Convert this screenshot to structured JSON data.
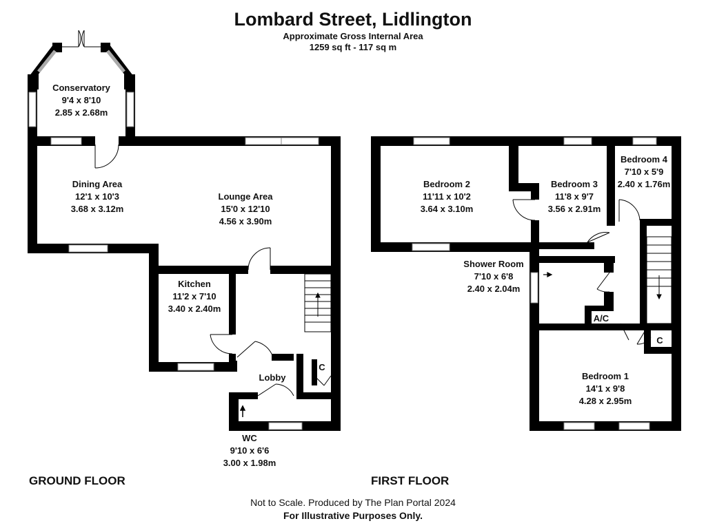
{
  "title": "Lombard Street, Lidlington",
  "area": {
    "label": "Approximate Gross Internal Area",
    "value": "1259 sq ft - 117 sq m"
  },
  "floors": [
    {
      "name": "GROUND FLOOR",
      "rooms": [
        {
          "name": "Conservatory",
          "imperial": "9'4 x 8'10",
          "metric": "2.85 x 2.68m"
        },
        {
          "name": "Dining Area",
          "imperial": "12'1 x 10'3",
          "metric": "3.68 x 3.12m"
        },
        {
          "name": "Lounge Area",
          "imperial": "15'0 x 12'10",
          "metric": "4.56 x 3.90m"
        },
        {
          "name": "Kitchen",
          "imperial": "11'2 x 7'10",
          "metric": "3.40 x 2.40m"
        },
        {
          "name": "Lobby"
        },
        {
          "name": "WC",
          "imperial": "9'10 x 6'6",
          "metric": "3.00 x 1.98m"
        },
        {
          "name": "C"
        }
      ]
    },
    {
      "name": "FIRST FLOOR",
      "rooms": [
        {
          "name": "Bedroom 2",
          "imperial": "11'11 x 10'2",
          "metric": "3.64 x 3.10m"
        },
        {
          "name": "Bedroom 3",
          "imperial": "11'8 x 9'7",
          "metric": "3.56 x 2.91m"
        },
        {
          "name": "Bedroom 4",
          "imperial": "7'10 x 5'9",
          "metric": "2.40 x 1.76m"
        },
        {
          "name": "Shower Room",
          "imperial": "7'10 x 6'8",
          "metric": "2.40 x 2.04m"
        },
        {
          "name": "Bedroom 1",
          "imperial": "14'1 x 9'8",
          "metric": "4.28 x 2.95m"
        },
        {
          "name": "A/C"
        },
        {
          "name": "C"
        }
      ]
    }
  ],
  "footer": {
    "line1": "Not to Scale. Produced by The Plan Portal 2024",
    "line2": "For Illustrative Purposes Only."
  }
}
